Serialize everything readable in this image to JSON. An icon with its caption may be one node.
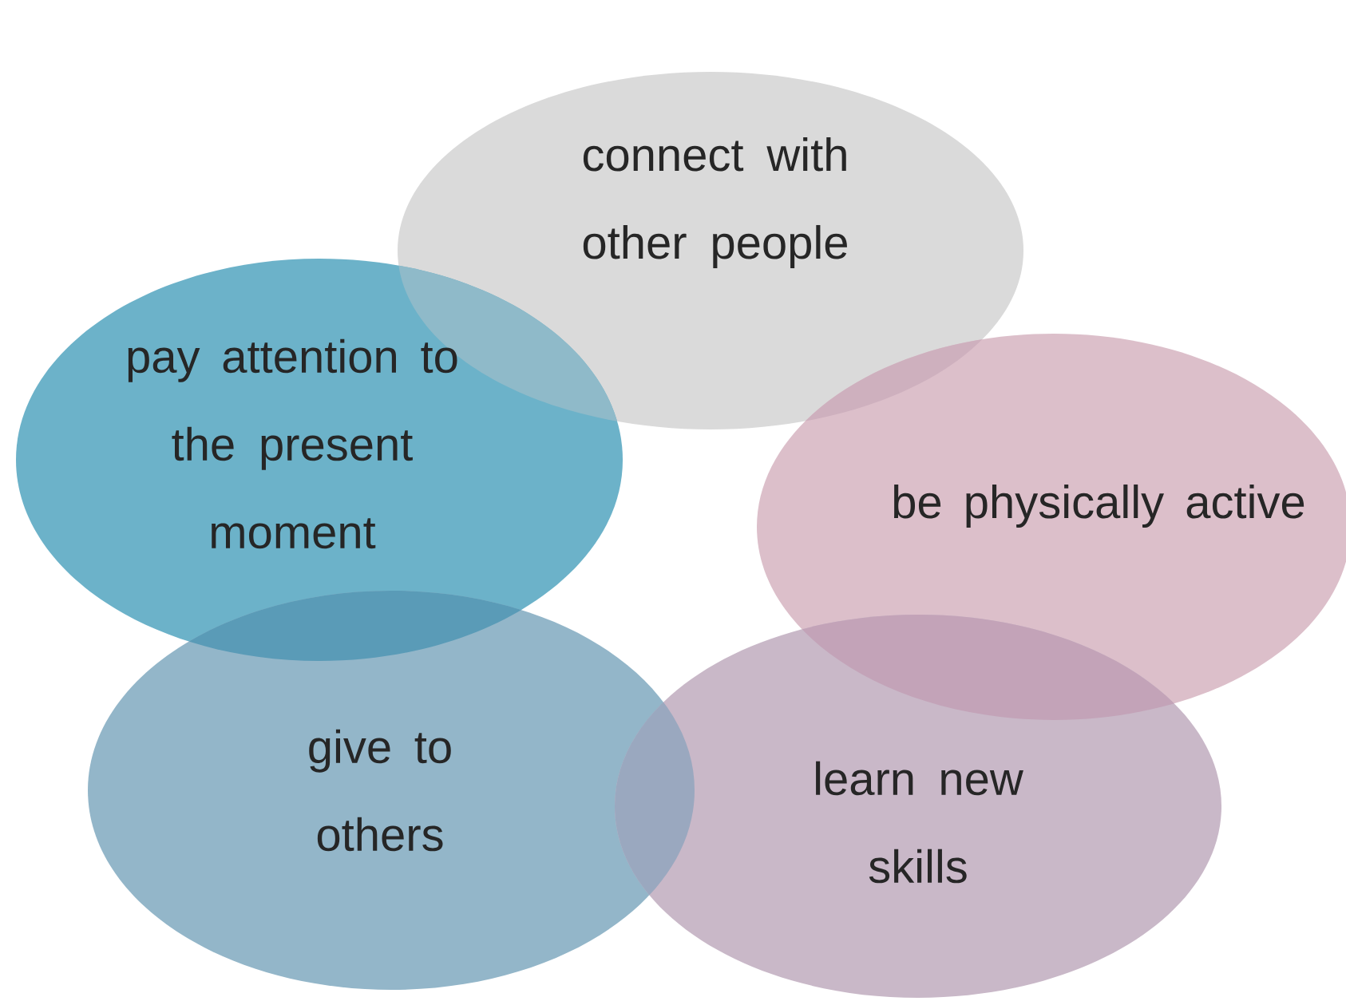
{
  "diagram": {
    "nodes": [
      {
        "text": [
          "connect with other people"
        ]
      },
      {
        "text": [
          "pay attention to the present moment"
        ]
      },
      {
        "text": [
          "be physically active"
        ]
      },
      {
        "text": [
          "give to others"
        ]
      },
      {
        "text": [
          "learn new skills"
        ]
      }
    ]
  }
}
